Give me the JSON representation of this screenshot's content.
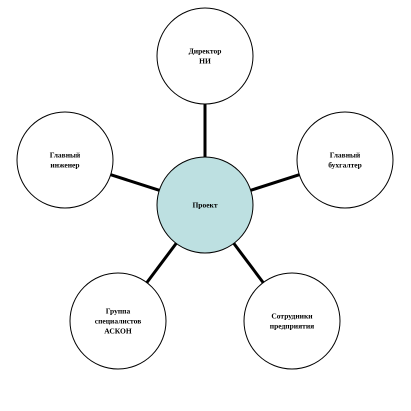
{
  "diagram": {
    "center": {
      "lines": [
        "Проект"
      ],
      "fill": "#bde0e1"
    },
    "outer_fill": "#ffffff",
    "stroke": "#000000",
    "nodes": [
      {
        "id": "director",
        "lines": [
          "Директор",
          "НИ"
        ]
      },
      {
        "id": "chief-accountant",
        "lines": [
          "Главный",
          "бухгалтер"
        ]
      },
      {
        "id": "enterprise-staff",
        "lines": [
          "Сотрудники",
          "предприятия"
        ]
      },
      {
        "id": "ascon-specialists",
        "lines": [
          "Группа",
          "специалистов",
          "АСКОН"
        ]
      },
      {
        "id": "chief-engineer",
        "lines": [
          "Главный",
          "инженер"
        ]
      }
    ]
  }
}
